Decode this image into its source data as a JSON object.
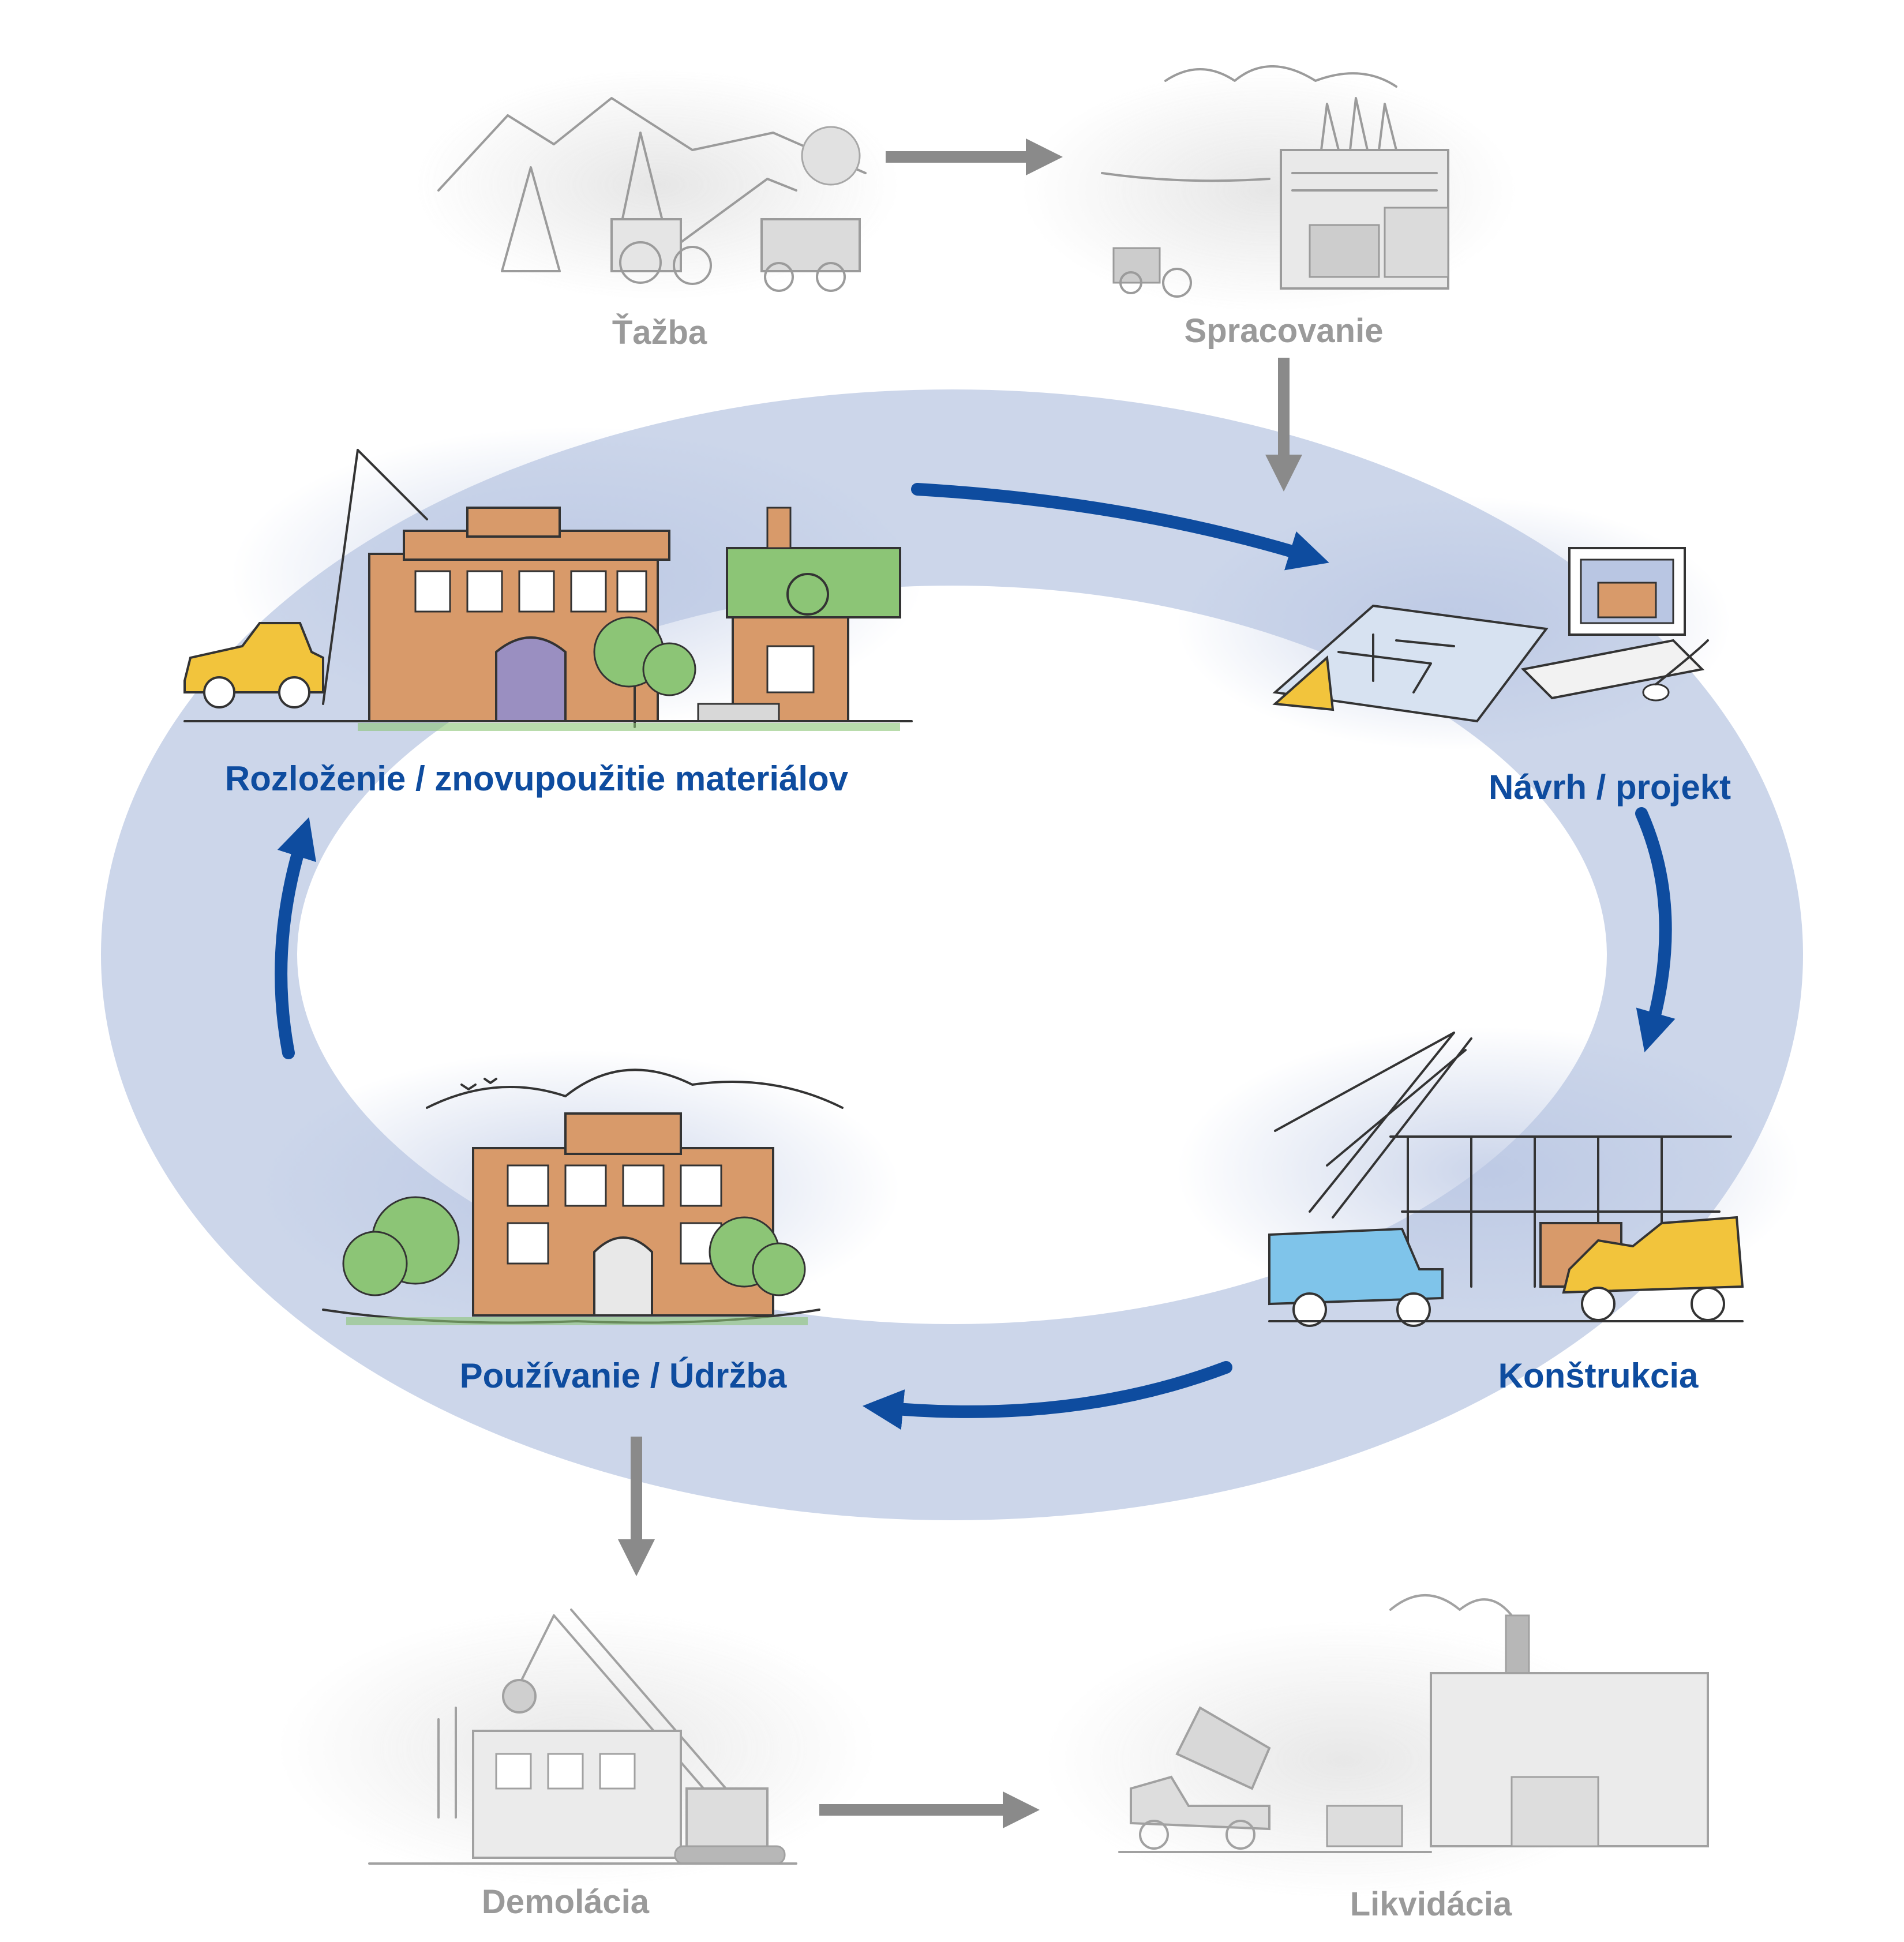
{
  "colors": {
    "cycle_ring": "#c3cfe6",
    "active_arrow": "#0e4c9f",
    "inactive_arrow": "#8a8a8a",
    "active_label": "#0e4c9f",
    "inactive_label": "#9a9a9a",
    "brick": "#d89a6a",
    "foliage": "#8cc576",
    "sky_wash": "#b9c6e3",
    "truck_blue": "#7fc4ea",
    "mixer_yellow": "#f2c43c"
  },
  "stages": {
    "tazba": "Ťažba",
    "spracovanie": "Spracovanie",
    "navrh": "Návrh / projekt",
    "konstrukcia": "Konštrukcia",
    "pouzivanie": "Používanie / Údržba",
    "rozlozenie": "Rozloženie / znovupoužitie materiálov",
    "demolacia": "Demolácia",
    "likvidacia": "Likvidácia"
  }
}
